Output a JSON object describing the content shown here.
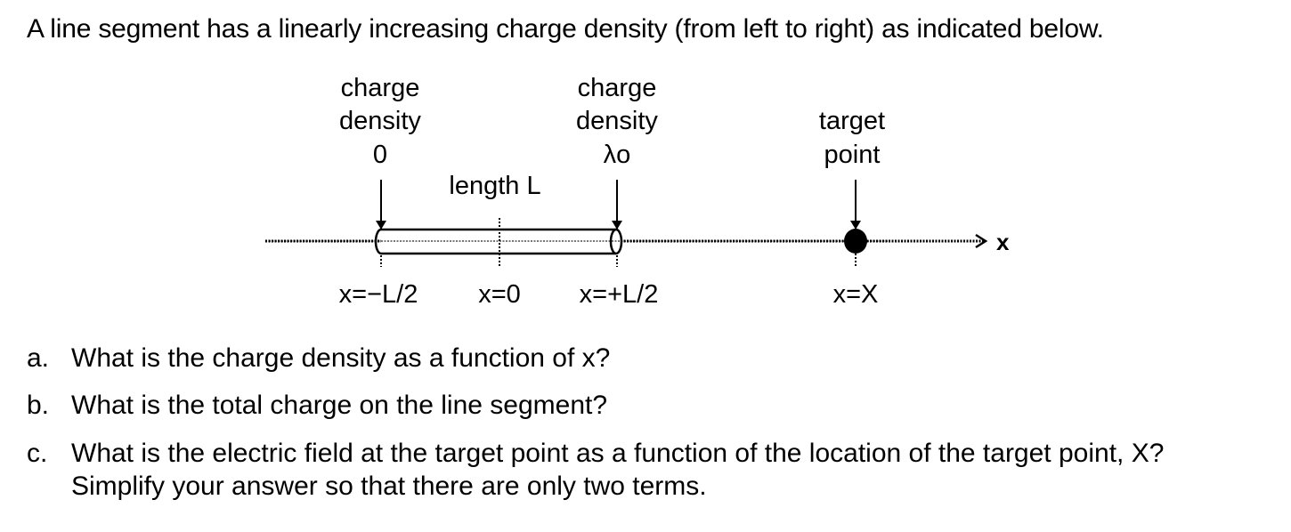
{
  "intro": "A line segment has a linearly increasing charge density (from left to right) as indicated below.",
  "diagram": {
    "left_label": [
      "charge",
      "density",
      "0"
    ],
    "right_label": [
      "charge",
      "density",
      "λo"
    ],
    "target_label": [
      "target",
      "point"
    ],
    "length_label": "length L",
    "axis_label": "x",
    "positions": [
      "x=−L/2",
      "x=0",
      "x=+L/2",
      "x=X"
    ]
  },
  "questions": [
    {
      "label": "a.",
      "text": "What is the charge density as a function of x?"
    },
    {
      "label": "b.",
      "text": "What is the total charge on the line segment?"
    },
    {
      "label": "c.",
      "text": "What is the electric field at the target point as a function of the location of the target point, X?",
      "text2": "Simplify your answer so that there are only two terms."
    }
  ]
}
